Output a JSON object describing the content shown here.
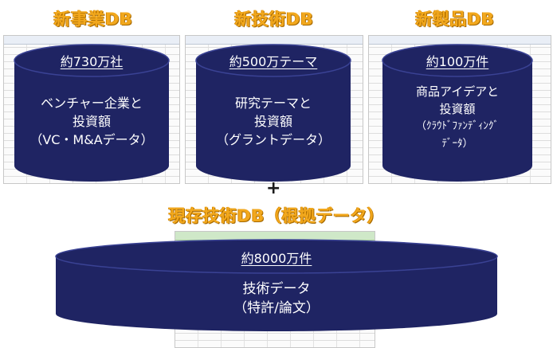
{
  "top": {
    "business": {
      "title": "新事業DB",
      "count": "約730万社",
      "lines": [
        "ベンチャー企業と",
        "投資額",
        "（VC・M&Aデータ）"
      ]
    },
    "technology": {
      "title": "新技術DB",
      "count": "約500万テーマ",
      "lines": [
        "研究テーマと",
        "投資額",
        "（グラントデータ）"
      ]
    },
    "product": {
      "title": "新製品DB",
      "count": "約100万件",
      "lines": [
        "商品アイデアと",
        "投資額",
        "（ｸﾗｳﾄﾞﾌｧﾝﾃﾞｨﾝｸﾞ",
        "ﾃﾞｰﾀ）"
      ]
    }
  },
  "plus": "+",
  "bottom": {
    "title": "現存技術DB（根拠データ）",
    "count": "約8000万件",
    "lines": [
      "技術データ",
      "（特許/論文）"
    ]
  },
  "colors": {
    "cylinder": "#1f2463",
    "cylinder_rim": "#2c3380",
    "title": "#f2a81d"
  }
}
